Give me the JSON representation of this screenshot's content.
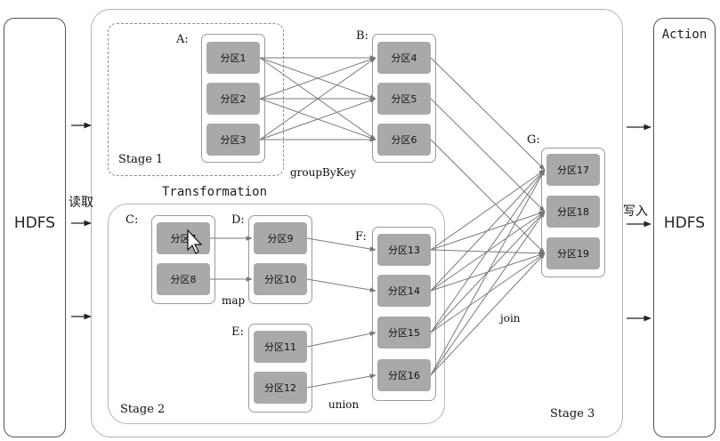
{
  "left_store": "HDFS",
  "right_store": "HDFS",
  "read_label": "读取",
  "write_label": "写入",
  "action_label": "Action",
  "transformation_label": "Transformation",
  "stages": {
    "s1": "Stage 1",
    "s2": "Stage 2",
    "s3": "Stage 3"
  },
  "groups": {
    "A": "A:",
    "B": "B:",
    "C": "C:",
    "D": "D:",
    "E": "E:",
    "F": "F:",
    "G": "G:"
  },
  "operations": {
    "groupByKey": "groupByKey",
    "map": "map",
    "union": "union",
    "join": "join"
  },
  "partitions": {
    "p1": "分区1",
    "p2": "分区2",
    "p3": "分区3",
    "p4": "分区4",
    "p5": "分区5",
    "p6": "分区6",
    "p7": "分区7",
    "p8": "分区8",
    "p9": "分区9",
    "p10": "分区10",
    "p11": "分区11",
    "p12": "分区12",
    "p13": "分区13",
    "p14": "分区14",
    "p15": "分区15",
    "p16": "分区16",
    "p17": "分区17",
    "p18": "分区18",
    "p19": "分区19"
  },
  "edges": [
    [
      "p1",
      "p4"
    ],
    [
      "p1",
      "p5"
    ],
    [
      "p1",
      "p6"
    ],
    [
      "p2",
      "p4"
    ],
    [
      "p2",
      "p5"
    ],
    [
      "p2",
      "p6"
    ],
    [
      "p3",
      "p4"
    ],
    [
      "p3",
      "p5"
    ],
    [
      "p3",
      "p6"
    ],
    [
      "p7",
      "p9"
    ],
    [
      "p8",
      "p10"
    ],
    [
      "p9",
      "p13"
    ],
    [
      "p10",
      "p14"
    ],
    [
      "p11",
      "p15"
    ],
    [
      "p12",
      "p16"
    ],
    [
      "p4",
      "p17"
    ],
    [
      "p5",
      "p18"
    ],
    [
      "p6",
      "p19"
    ],
    [
      "p13",
      "p17"
    ],
    [
      "p13",
      "p18"
    ],
    [
      "p13",
      "p19"
    ],
    [
      "p14",
      "p17"
    ],
    [
      "p14",
      "p18"
    ],
    [
      "p14",
      "p19"
    ],
    [
      "p15",
      "p17"
    ],
    [
      "p15",
      "p18"
    ],
    [
      "p15",
      "p19"
    ],
    [
      "p16",
      "p17"
    ],
    [
      "p16",
      "p18"
    ],
    [
      "p16",
      "p19"
    ]
  ]
}
